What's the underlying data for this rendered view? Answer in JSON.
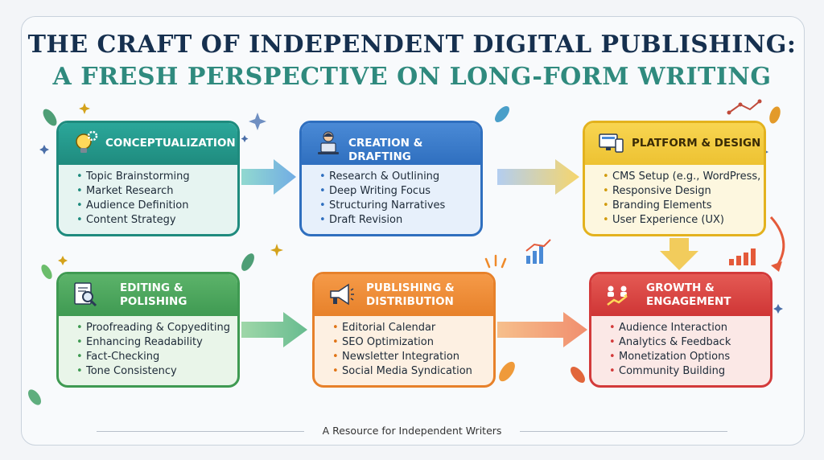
{
  "title": {
    "line1": "THE CRAFT OF INDEPENDENT DIGITAL PUBLISHING:",
    "line2": "A FRESH PERSPECTIVE ON LONG-FORM WRITING"
  },
  "stages": [
    {
      "heading": "CONCEPTUALIZATION",
      "icon": "lightbulb-gear-icon",
      "color": "#1f8b7e",
      "items": [
        "Topic Brainstorming",
        "Market Research",
        "Audience Definition",
        "Content Strategy"
      ]
    },
    {
      "heading": "CREATION & DRAFTING",
      "icon": "writer-laptop-icon",
      "color": "#2f6fbf",
      "items": [
        "Research & Outlining",
        "Deep Writing Focus",
        "Structuring Narratives",
        "Draft Revision"
      ]
    },
    {
      "heading": "PLATFORM & DESIGN",
      "icon": "devices-icon",
      "color": "#edc232",
      "items": [
        "CMS Setup (e.g., WordPress,",
        "Responsive Design",
        "Branding Elements",
        "User Experience (UX)"
      ]
    },
    {
      "heading_line1": "EDITING &",
      "heading_line2": "POLISHING",
      "icon": "document-magnifier-icon",
      "color": "#3f9a52",
      "items": [
        "Proofreading & Copyediting",
        "Enhancing Readability",
        "Fact-Checking",
        "Tone Consistency"
      ]
    },
    {
      "heading_line1": "PUBLISHING &",
      "heading_line2": "DISTRIBUTION",
      "icon": "megaphone-icon",
      "color": "#e7812a",
      "items": [
        "Editorial Calendar",
        "SEO Optimization",
        "Newsletter Integration",
        "Social Media Syndication"
      ]
    },
    {
      "heading_line1": "GROWTH &",
      "heading_line2": "ENGAGEMENT",
      "icon": "community-growth-icon",
      "color": "#d33a3a",
      "items": [
        "Audience Interaction",
        "Analytics & Feedback",
        "Monetization Options",
        "Community Building"
      ]
    }
  ],
  "footer": "A Resource for Independent Writers"
}
